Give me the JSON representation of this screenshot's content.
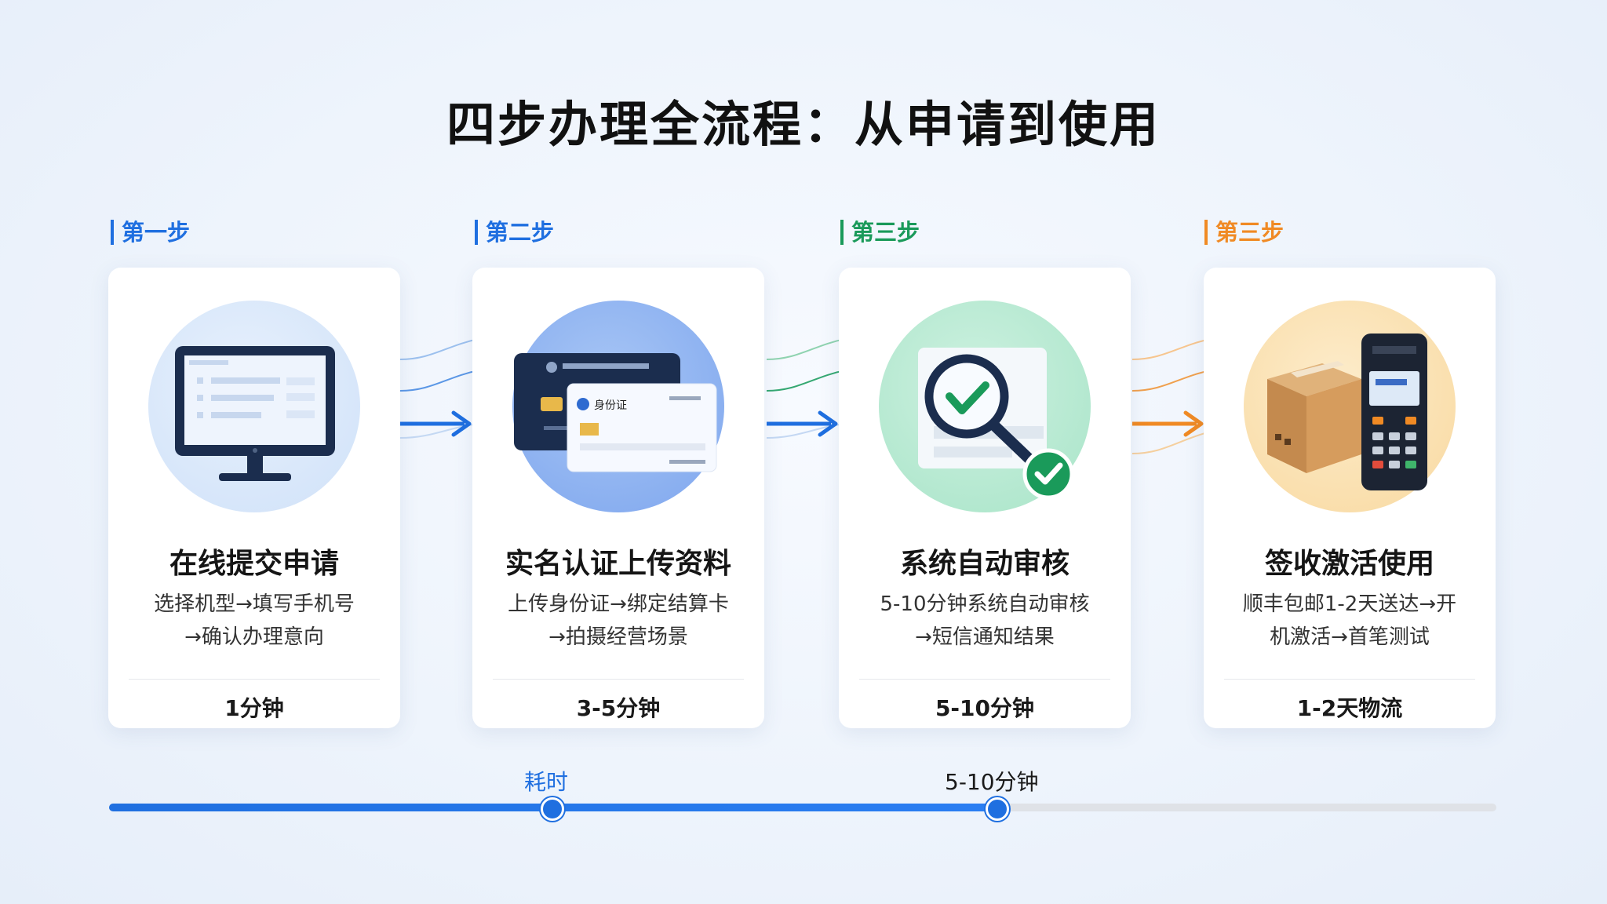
{
  "title": "四步办理全流程：从申请到使用",
  "colors": {
    "blue": "#1f6fe0",
    "green": "#1a9a5a",
    "orange": "#f08a24"
  },
  "steps": [
    {
      "label": "第一步",
      "title": "在线提交申请",
      "desc": "选择机型→填写手机号\n→确认办理意向",
      "time": "1分钟",
      "icon": "monitor-icon"
    },
    {
      "label": "第二步",
      "title": "实名认证上传资料",
      "desc": "上传身份证→绑定结算卡\n→拍摄经营场景",
      "time": "3-5分钟",
      "icon": "id-card-icon",
      "card_text": "身份证"
    },
    {
      "label": "第三步",
      "title": "系统自动审核",
      "desc": "5-10分钟系统自动审核\n→短信通知结果",
      "time": "5-10分钟",
      "icon": "magnifier-check-icon"
    },
    {
      "label": "第三步",
      "title": "签收激活使用",
      "desc": "顺丰包邮1-2天送达→开\n机激活→首笔测试",
      "time": "1-2天物流",
      "icon": "package-pos-icon"
    }
  ],
  "timeline": {
    "label_left": "耗时",
    "label_right": "5-10分钟",
    "progress": 0.64
  }
}
